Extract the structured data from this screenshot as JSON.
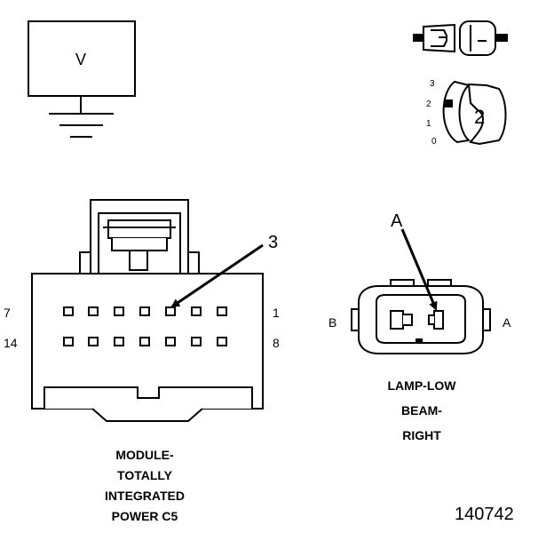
{
  "meter": {
    "label": "V"
  },
  "switch": {
    "positions": [
      "3",
      "2",
      "1",
      "0"
    ],
    "setting": "2"
  },
  "module_connector": {
    "callout": "3",
    "pin_top_left": "7",
    "pin_top_right": "1",
    "pin_bottom_left": "14",
    "pin_bottom_right": "8",
    "title_lines": [
      "MODULE-",
      "TOTALLY",
      "INTEGRATED",
      "POWER C5"
    ]
  },
  "lamp_connector": {
    "callout": "A",
    "terminal_left": "B",
    "terminal_right": "A",
    "title_lines": [
      "LAMP-LOW",
      "BEAM-",
      "RIGHT"
    ]
  },
  "figure_id": "140742"
}
